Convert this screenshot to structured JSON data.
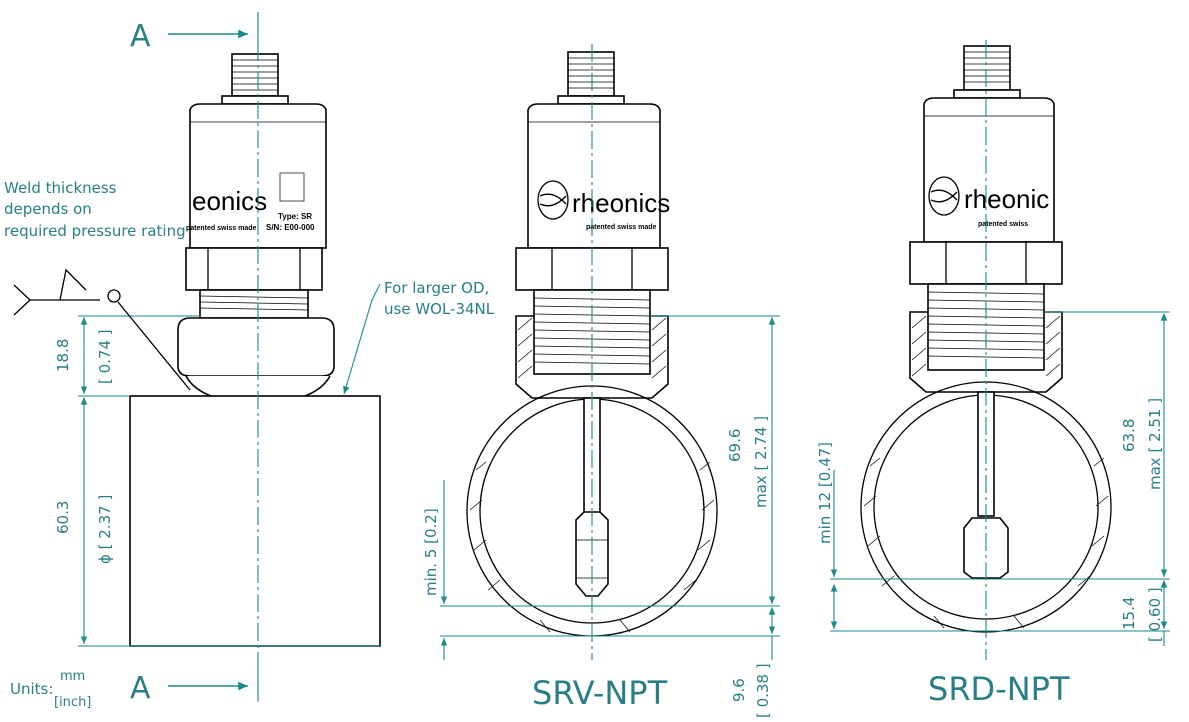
{
  "section_marker_top": "A",
  "section_marker_bottom": "A",
  "weld_note": [
    "Weld thickness",
    "depends on",
    "required pressure rating"
  ],
  "od_note": [
    "For larger OD,",
    "use WOL-34NL"
  ],
  "units_label": "Units:",
  "units_mm": "mm",
  "units_inch": "[inch]",
  "brand_partial_left": "eonics",
  "brand_mid": "rheonics",
  "brand_right": "rheonic",
  "patented_label": "patented  swiss made",
  "patented_short": "patented  swiss",
  "type_label": "Type: SR",
  "sn_label": "S/N: E00-000",
  "dims": {
    "d1_mm": "18.8",
    "d1_in": "[ 0.74 ]",
    "d2_mm": "60.3",
    "d2_in": "ϕ  [ 2.37 ]",
    "d3": "min. 5 [0.2]",
    "d4_mm": "69.6",
    "d4_in": "max  [ 2.74 ]",
    "d5_mm": "9.6",
    "d5_in": "[ 0.38 ]",
    "d6": "min 12 [0.47]",
    "d7_mm": "63.8",
    "d7_in": "max  [ 2.51 ]",
    "d8_mm": "15.4",
    "d8_in": "[ 0.60 ]"
  },
  "model_srv": "SRV-NPT",
  "model_srd": "SRD-NPT",
  "colors": {
    "annotation": "#2a7f86",
    "line": "#000000"
  }
}
